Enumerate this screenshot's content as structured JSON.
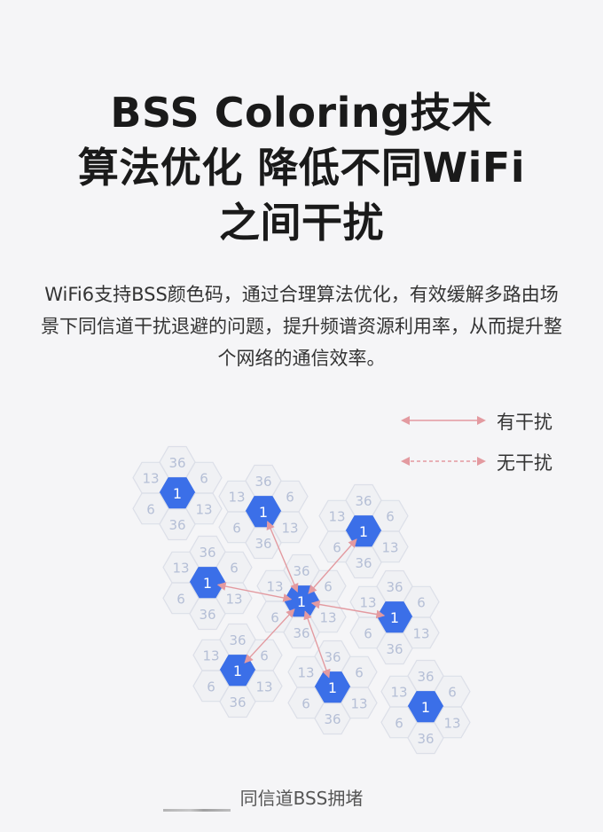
{
  "title": {
    "line1": "BSS Coloring技术",
    "line2": "算法优化 降低不同WiFi",
    "line3": "之间干扰"
  },
  "description": "WiFi6支持BSS颜色码，通过合理算法优化，有效缓解多路由场景下同信道干扰退避的问题，提升频谱资源利用率，从而提升整个网络的通信效率。",
  "legend": {
    "interference": "有干扰",
    "no_interference": "无干扰"
  },
  "caption": "同信道BSS拥堵",
  "colors": {
    "blue_hex": "#3b6fe8",
    "hex_border": "#dcdfe8",
    "hex_text": "#b5bfd6",
    "arrow": "#e39aa0"
  },
  "cells": [
    {
      "label": "36",
      "color": "gray"
    },
    {
      "label": "13",
      "color": "gray"
    },
    {
      "label": "6",
      "color": "gray"
    },
    {
      "label": "1",
      "color": "blue"
    },
    {
      "label": "6",
      "color": "gray"
    },
    {
      "label": "13",
      "color": "gray"
    },
    {
      "label": "36",
      "color": "gray"
    },
    {
      "label": "36",
      "color": "gray"
    },
    {
      "label": "13",
      "color": "gray"
    },
    {
      "label": "6",
      "color": "gray"
    },
    {
      "label": "1",
      "color": "blue"
    },
    {
      "label": "6",
      "color": "gray"
    },
    {
      "label": "13",
      "color": "gray"
    },
    {
      "label": "36",
      "color": "gray"
    },
    {
      "label": "36",
      "color": "gray"
    },
    {
      "label": "13",
      "color": "gray"
    },
    {
      "label": "6",
      "color": "gray"
    },
    {
      "label": "1",
      "color": "blue"
    },
    {
      "label": "6",
      "color": "gray"
    },
    {
      "label": "13",
      "color": "gray"
    },
    {
      "label": "36",
      "color": "gray"
    },
    {
      "label": "36",
      "color": "gray"
    },
    {
      "label": "13",
      "color": "gray"
    },
    {
      "label": "6",
      "color": "gray"
    },
    {
      "label": "1",
      "color": "blue"
    },
    {
      "label": "6",
      "color": "gray"
    },
    {
      "label": "13",
      "color": "gray"
    },
    {
      "label": "36",
      "color": "gray"
    },
    {
      "label": "36",
      "color": "gray"
    },
    {
      "label": "13",
      "color": "gray"
    },
    {
      "label": "6",
      "color": "gray"
    },
    {
      "label": "1",
      "color": "blue"
    },
    {
      "label": "6",
      "color": "gray"
    },
    {
      "label": "13",
      "color": "gray"
    },
    {
      "label": "36",
      "color": "gray"
    },
    {
      "label": "36",
      "color": "gray"
    },
    {
      "label": "13",
      "color": "gray"
    },
    {
      "label": "6",
      "color": "gray"
    },
    {
      "label": "1",
      "color": "blue"
    },
    {
      "label": "6",
      "color": "gray"
    },
    {
      "label": "13",
      "color": "gray"
    },
    {
      "label": "36",
      "color": "gray"
    },
    {
      "label": "36",
      "color": "gray"
    },
    {
      "label": "13",
      "color": "gray"
    },
    {
      "label": "6",
      "color": "gray"
    },
    {
      "label": "1",
      "color": "blue"
    },
    {
      "label": "6",
      "color": "gray"
    },
    {
      "label": "13",
      "color": "gray"
    },
    {
      "label": "36",
      "color": "gray"
    },
    {
      "label": "36",
      "color": "gray"
    },
    {
      "label": "13",
      "color": "gray"
    },
    {
      "label": "6",
      "color": "gray"
    },
    {
      "label": "1",
      "color": "blue"
    },
    {
      "label": "6",
      "color": "gray"
    },
    {
      "label": "13",
      "color": "gray"
    },
    {
      "label": "36",
      "color": "gray"
    },
    {
      "label": "36",
      "color": "gray"
    },
    {
      "label": "13",
      "color": "gray"
    },
    {
      "label": "6",
      "color": "gray"
    },
    {
      "label": "1",
      "color": "blue"
    },
    {
      "label": "6",
      "color": "gray"
    },
    {
      "label": "13",
      "color": "gray"
    },
    {
      "label": "36",
      "color": "gray"
    }
  ]
}
